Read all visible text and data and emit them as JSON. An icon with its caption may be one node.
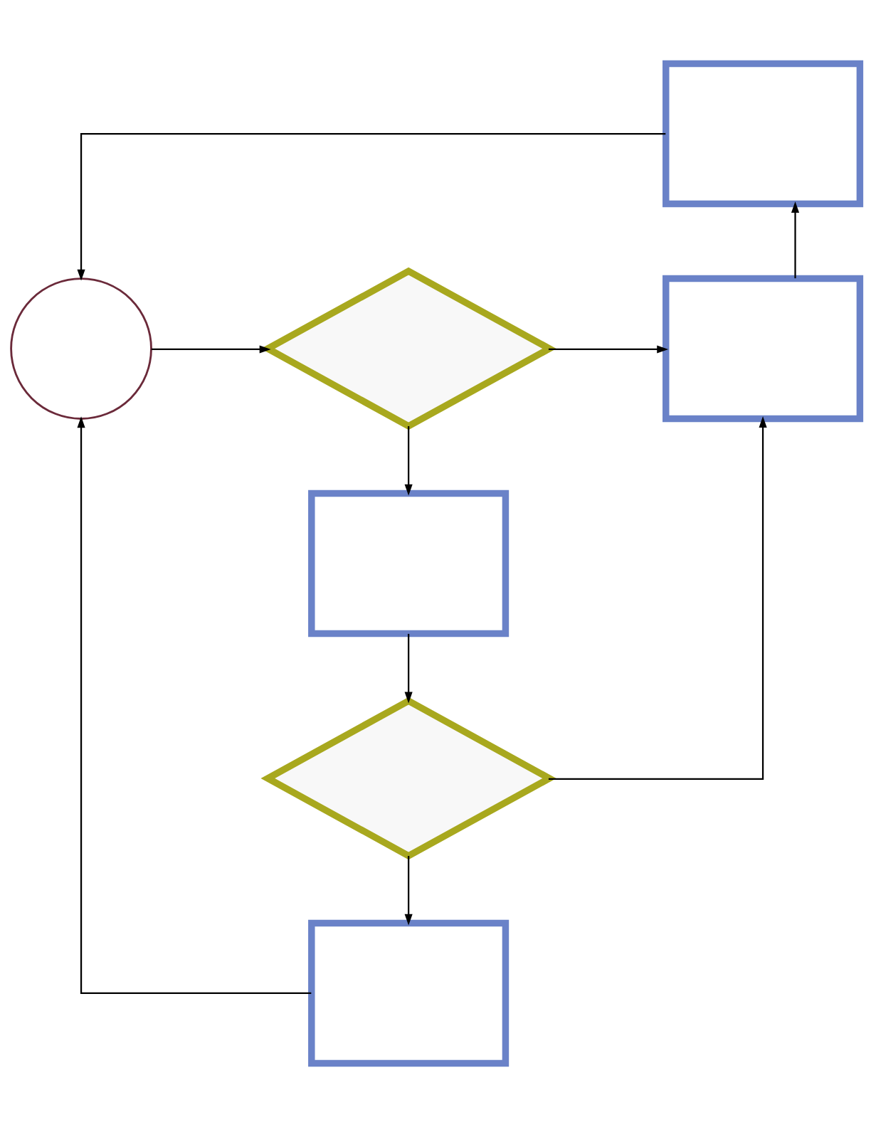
{
  "diagram": {
    "nodes": [
      {
        "text": [],
        "shape": "box"
      },
      {
        "text": [],
        "shape": "circle"
      },
      {
        "text": [],
        "shape": "diamond"
      },
      {
        "text": [],
        "shape": "box"
      },
      {
        "text": [],
        "shape": "box"
      },
      {
        "text": [],
        "shape": "diamond"
      },
      {
        "text": [],
        "shape": "box"
      }
    ],
    "edges": [
      {
        "from": 0,
        "to": 1,
        "arrow": "to"
      },
      {
        "from": 1,
        "to": 2,
        "arrow": "to"
      },
      {
        "from": 2,
        "to": 3,
        "arrow": "to"
      },
      {
        "from": 3,
        "to": 0,
        "arrow": "to"
      },
      {
        "from": 2,
        "to": 4,
        "arrow": "to"
      },
      {
        "from": 4,
        "to": 5,
        "arrow": "to"
      },
      {
        "from": 5,
        "to": 3,
        "arrow": "to"
      },
      {
        "from": 5,
        "to": 6,
        "arrow": "to"
      },
      {
        "from": 6,
        "to": 1,
        "arrow": "to"
      }
    ]
  }
}
